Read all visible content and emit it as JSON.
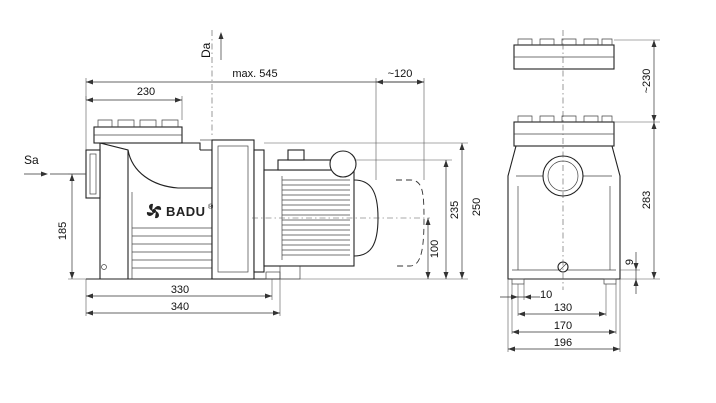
{
  "brand": {
    "logo_text": "BADU",
    "registered_mark": "®"
  },
  "ports": {
    "suction": "Sa",
    "discharge": "Da"
  },
  "dimensions_side": {
    "overall_length": "max. 545",
    "motor_clearance": "~120",
    "prefilter_length": "230",
    "suction_height": "185",
    "total_height": "250",
    "motor_height": "235",
    "shaft_height": "100",
    "base_length_a": "330",
    "base_length_b": "340"
  },
  "dimensions_front": {
    "lid_clearance": "~230",
    "height": "283",
    "foot_height": "9",
    "foot_width": "10",
    "hole_spacing": "130",
    "base_width": "170",
    "overall_width": "196"
  }
}
